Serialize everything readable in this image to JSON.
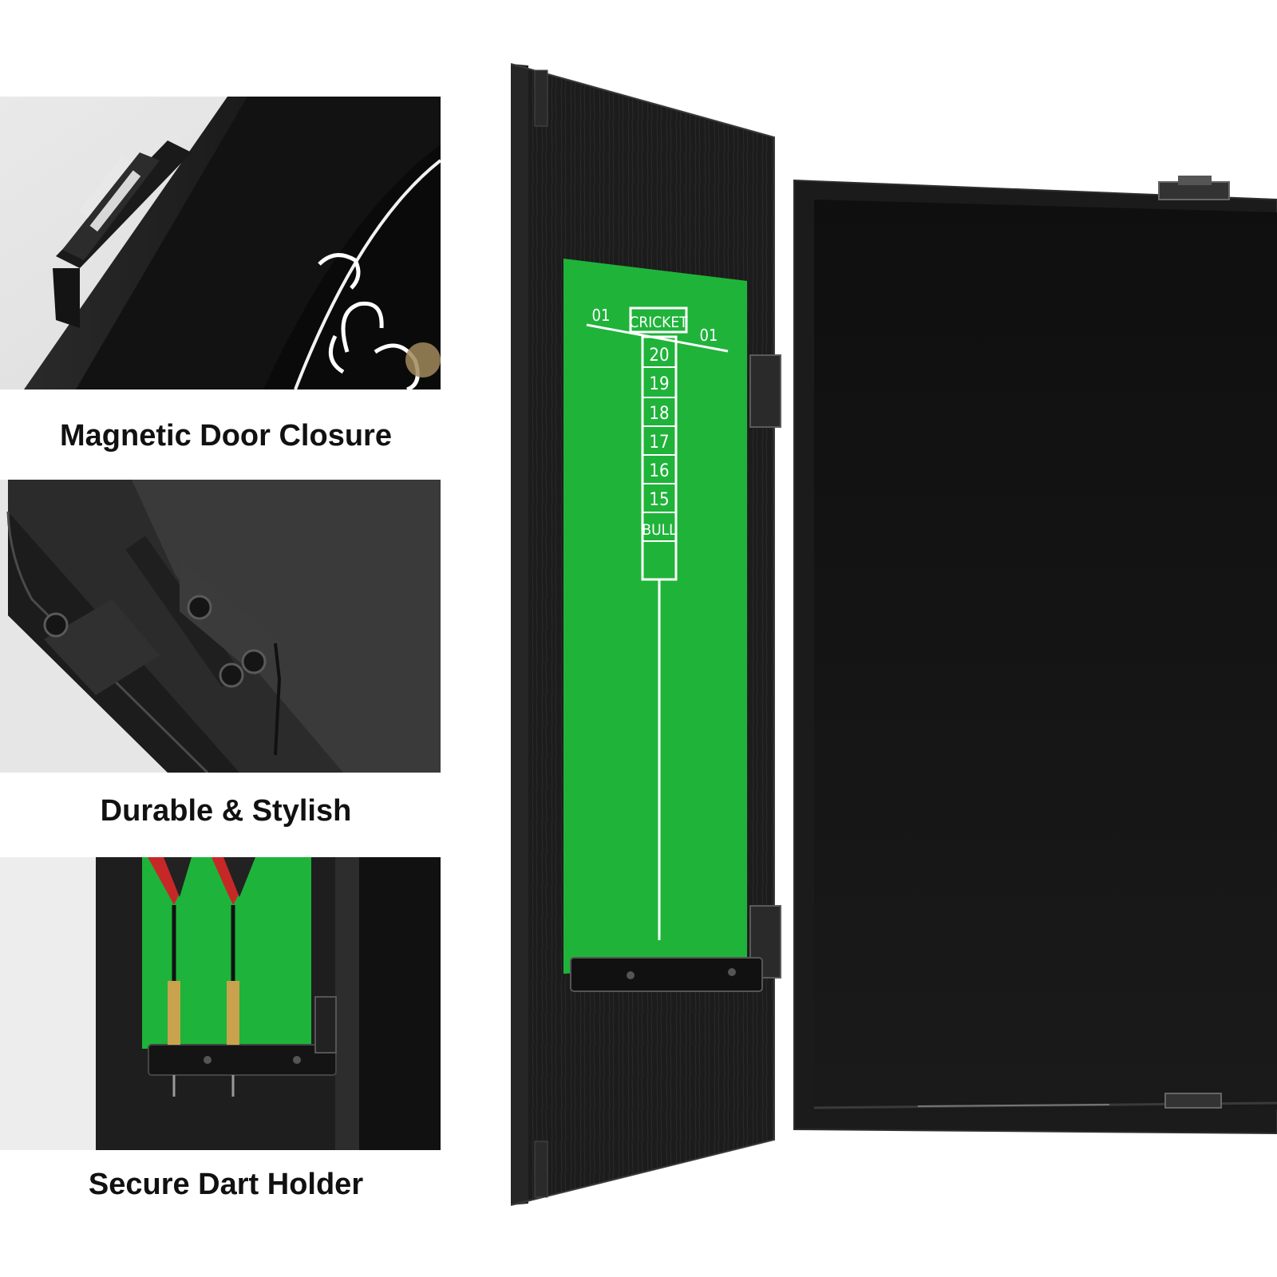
{
  "features": [
    {
      "id": "magnetic",
      "caption": "Magnetic Door Closure",
      "icon": "magnet-icon"
    },
    {
      "id": "hinge",
      "caption": "Durable & Stylish",
      "icon": "hinge-icon"
    },
    {
      "id": "holder",
      "caption": "Secure Dart Holder",
      "icon": "dart-holder-icon"
    }
  ],
  "scoreboard": {
    "header_left": "01",
    "header_center": "CRICKET",
    "header_right": "01",
    "rows": [
      "20",
      "19",
      "18",
      "17",
      "16",
      "15",
      "BULL"
    ]
  },
  "colors": {
    "cabinet": "#1b1b1b",
    "scoreboard_green": "#1fb33a",
    "background": "#ffffff"
  }
}
